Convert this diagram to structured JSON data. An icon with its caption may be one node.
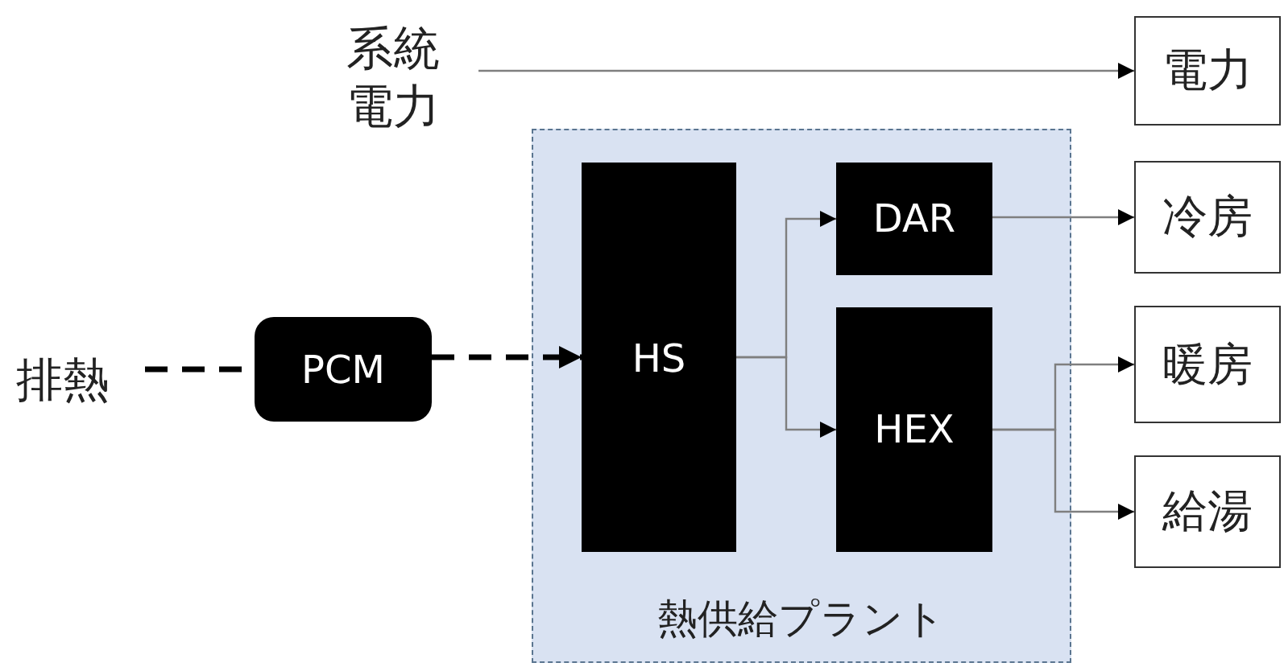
{
  "diagram": {
    "nodes": [
      {
        "text": [
          "系統電力"
        ]
      },
      {
        "text": [
          "電力"
        ]
      },
      {
        "text": [
          "熱供給プラント"
        ]
      },
      {
        "text": [
          "HS"
        ],
        "in": 2
      },
      {
        "text": [
          "DAR"
        ],
        "in": 2
      },
      {
        "text": [
          "HEX"
        ],
        "in": 2
      },
      {
        "text": [
          "冷房"
        ]
      },
      {
        "text": [
          "暖房"
        ]
      },
      {
        "text": [
          "給湯"
        ]
      },
      {
        "text": [
          "排熱"
        ]
      },
      {
        "text": [
          "PCM"
        ]
      }
    ],
    "edges": [
      {
        "from": 0,
        "to": 1,
        "arrow": "to"
      },
      {
        "from": 9,
        "to": 10,
        "arrow": "none",
        "style": "dashed",
        "color": "#000000"
      },
      {
        "from": 10,
        "to": 3,
        "arrow": "to",
        "style": "dashed",
        "color": "#000000"
      },
      {
        "from": 3,
        "to": 4,
        "arrow": "to"
      },
      {
        "from": 3,
        "to": 5,
        "arrow": "to"
      },
      {
        "from": 4,
        "to": 6,
        "arrow": "to"
      },
      {
        "from": 5,
        "to": 7,
        "arrow": "to"
      },
      {
        "from": 5,
        "to": 8,
        "arrow": "to"
      }
    ]
  }
}
